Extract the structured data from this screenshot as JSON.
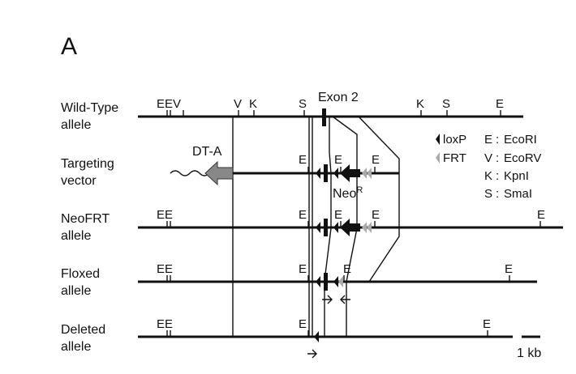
{
  "panel_label": "A",
  "alleles": [
    {
      "label_line1": "Wild-Type",
      "label_line2": "allele"
    },
    {
      "label_line1": "Targeting",
      "label_line2": "vector"
    },
    {
      "label_line1": "NeoFRT",
      "label_line2": "allele"
    },
    {
      "label_line1": "Floxed",
      "label_line2": "allele"
    },
    {
      "label_line1": "Deleted",
      "label_line2": "allele"
    }
  ],
  "sites": {
    "e": "E",
    "ee": "EE",
    "eev": "EEV",
    "v": "V",
    "k": "K",
    "s": "S"
  },
  "exon_label": "Exon 2",
  "dta_label": "DT-A",
  "neo_label": "Neo",
  "neo_superscript": "R",
  "legend": {
    "loxp": "loxP",
    "frt": "FRT",
    "enzymes": [
      {
        "abbr": "E",
        "name": "EcoRI"
      },
      {
        "abbr": "V",
        "name": "EcoRV"
      },
      {
        "abbr": "K",
        "name": "KpnI"
      },
      {
        "abbr": "S",
        "name": "SmaI"
      }
    ]
  },
  "scale_label": "1 kb",
  "colors": {
    "line": "#111111",
    "dta": "#888888",
    "frt": "#aaaaaa"
  }
}
